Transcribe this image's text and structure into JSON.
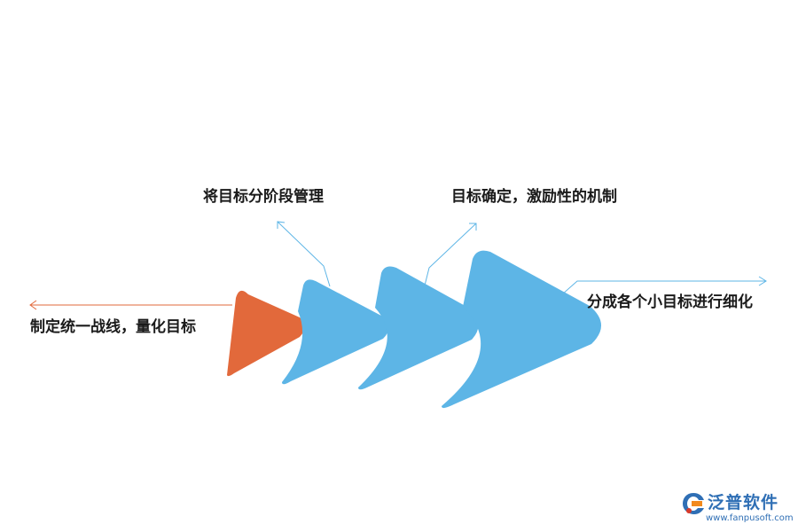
{
  "diagram": {
    "labels": {
      "left": "制定统一战线，量化目标",
      "top1": "将目标分阶段管理",
      "top2": "目标确定，激励性的机制",
      "right": "分成各个小目标进行细化"
    },
    "colors": {
      "orange": "#e2693b",
      "blue": "#5db5e6",
      "orange_line": "#e2693b",
      "blue_line": "#5db5e6"
    }
  },
  "logo": {
    "name": "泛普软件",
    "url": "www.fanpusoft.com"
  }
}
